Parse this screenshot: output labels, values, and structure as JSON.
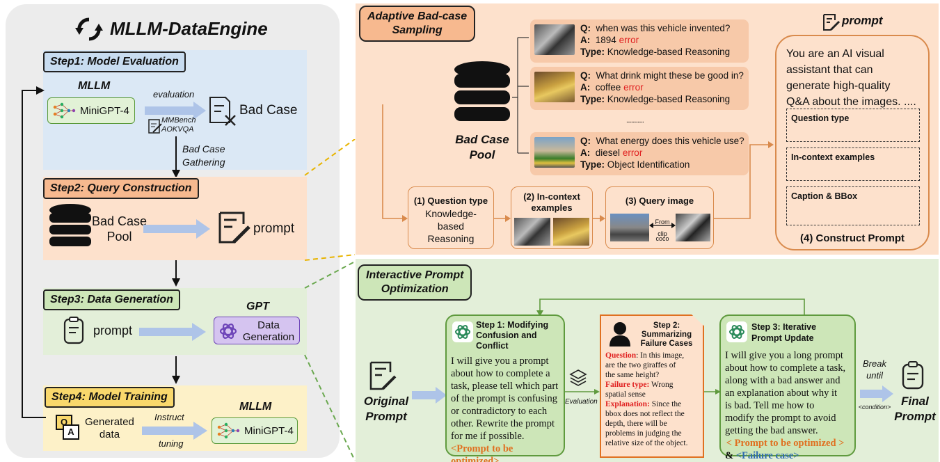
{
  "left": {
    "title": "MLLM-DataEngine",
    "step1": {
      "title": "Step1: Model Evaluation",
      "mllm_label": "MLLM",
      "model": "MiniGPT-4",
      "evaluation": "evaluation",
      "bench1": "MMBench",
      "bench2": "AOKVQA",
      "bad_case": "Bad Case",
      "gather1": "Bad Case",
      "gather2": "Gathering"
    },
    "step2": {
      "title": "Step2: Query Construction",
      "pool1": "Bad Case",
      "pool2": "Pool",
      "prompt": "prompt"
    },
    "step3": {
      "title": "Step3: Data Generation",
      "prompt": "prompt",
      "gpt_label": "GPT",
      "gen1": "Data",
      "gen2": "Generation"
    },
    "step4": {
      "title": "Step4: Model Training",
      "gen1": "Generated",
      "gen2": "data",
      "instruct": "Instruct",
      "tuning": "tuning",
      "mllm_label": "MLLM",
      "model": "MiniGPT-4",
      "qa_q": "Q",
      "qa_a": "A"
    }
  },
  "top": {
    "section_title_1": "Adaptive Bad-case",
    "section_title_2": "Sampling",
    "pool1": "Bad Case",
    "pool2": "Pool",
    "dots": "..............",
    "cards": [
      {
        "q_label": "Q:",
        "q": "when was this vehicle invented?",
        "a_label": "A:",
        "a": "1894",
        "err": "error",
        "t_label": "Type:",
        "t": "Knowledge-based Reasoning"
      },
      {
        "q_label": "Q:",
        "q": "What drink might these be good in?",
        "a_label": "A:",
        "a": "coffee",
        "err": "error",
        "t_label": "Type:",
        "t": "Knowledge-based Reasoning"
      },
      {
        "q_label": "Q:",
        "q": "What energy does this vehicle use?",
        "a_label": "A:",
        "a": "diesel",
        "err": "error",
        "t_label": "Type:",
        "t": "Object Identification"
      }
    ],
    "step_qtype": {
      "title": "(1) Question type",
      "l1": "Knowledge-",
      "l2": "based",
      "l3": "Reasoning"
    },
    "step_incontext": {
      "title1": "(2) In-context",
      "title2": "examples"
    },
    "step_query": {
      "title": "(3) Query image",
      "from1": "From coco",
      "from2": "clip"
    },
    "prompt_label": "prompt",
    "prompt_text": [
      "You are an AI visual",
      "assistant that can",
      "generate high-quality",
      "Q&A about the images. ...."
    ],
    "slots": [
      "Question type",
      "In-context examples",
      "Caption & BBox"
    ],
    "construct": "(4) Construct Prompt"
  },
  "bottom": {
    "section_title_1": "Interactive Prompt",
    "section_title_2": "Optimization",
    "original1": "Original",
    "original2": "Prompt",
    "evaluation": "Evaluation",
    "s1": {
      "title": [
        "Step 1: Modifying",
        "Confusion and",
        "Conflict"
      ],
      "body": [
        "I will give you a prompt",
        "about how to complete a",
        "task, please tell which part",
        "of the prompt is confusing",
        "or contradictory to each",
        "other. Rewrite the prompt",
        "for me if possible."
      ],
      "tag": "<Prompt to be optimized>"
    },
    "s2": {
      "title": [
        "Step 2:",
        "Summarizing",
        "Failure Cases"
      ],
      "question_label": "Question",
      "question": [
        ": In this image,",
        "are the two giraffes of",
        "the same height?"
      ],
      "ftype_label": "Failure type:",
      "ftype": [
        " Wrong",
        "spatial sense"
      ],
      "expl_label": "Explanation:",
      "expl": [
        " Since the",
        "bbox does not reflect the",
        "depth, there will be",
        "problems in judging the",
        "relative size of the object."
      ]
    },
    "s3": {
      "title": [
        "Step 3: Iterative",
        "Prompt Update"
      ],
      "body": [
        "I will give you a long prompt",
        "about how to complete a task,",
        "along with a bad answer and",
        "an explanation about why it",
        "is bad. Tell me how to",
        "modify the prompt to avoid",
        "getting the bad answer."
      ],
      "tag1": "< Prompt to be optimized >",
      "amp": "&",
      "tag2": "<Failure case>"
    },
    "break1": "Break",
    "break2": "until",
    "condition": "<condition>",
    "final1": "Final",
    "final2": "Prompt"
  },
  "colors": {
    "step1_bg": "#dbe8f5",
    "step1_title": "#c8dcf0",
    "step2_bg": "#fde1cc",
    "step2_title": "#f7b98f",
    "step3_bg": "#e3efd9",
    "step3_title": "#cde6b8",
    "step4_bg": "#fdf1c8",
    "step4_title": "#f9d86c",
    "red": "#e02020",
    "orange": "#e07020",
    "blue": "#2e6bb0"
  }
}
